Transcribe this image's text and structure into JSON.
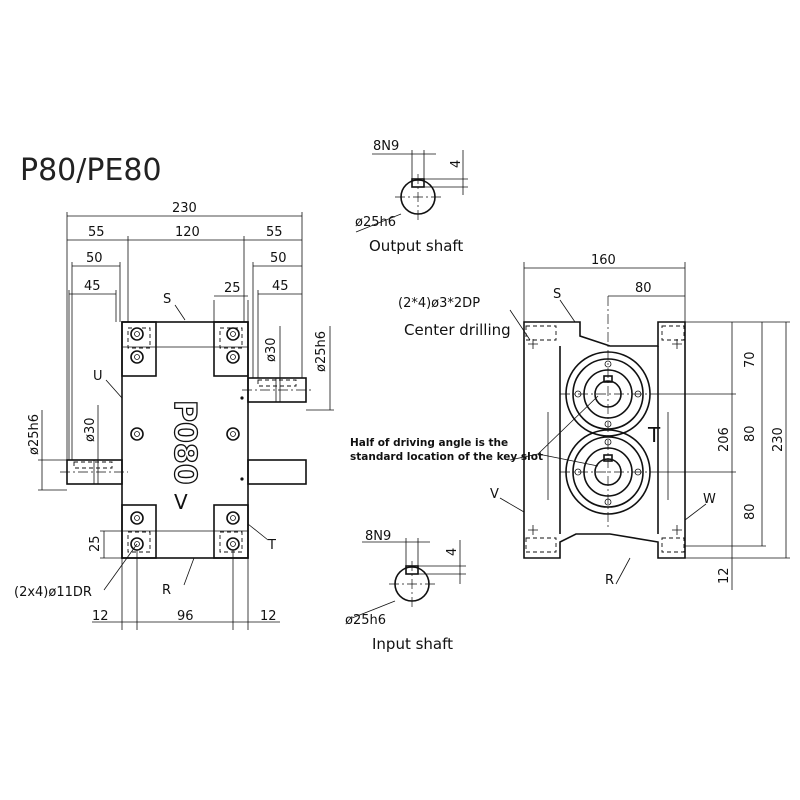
{
  "title": "P80/PE80",
  "body_label": "P080",
  "captions": {
    "output_shaft": "Output shaft",
    "input_shaft": "Input shaft",
    "center_drilling": "Center drilling",
    "key_slot_note_1": "Half of driving angle is the",
    "key_slot_note_2": "standard location of the key slot"
  },
  "callouts": {
    "drilling": "(2*4)ø3*2DP",
    "holes": "(2x4)ø11DR",
    "key_width_out": "8N9",
    "key_depth_out": "4",
    "shaft_dia_out": "ø25h6",
    "key_width_in": "8N9",
    "key_depth_in": "4",
    "shaft_dia_in": "ø25h6"
  },
  "letters": {
    "S_front": "S",
    "U_front": "U",
    "V_front": "V",
    "T_front": "T",
    "R_front": "R",
    "S_side": "S",
    "T_side": "T",
    "V_side": "V",
    "W_side": "W",
    "R_side": "R"
  },
  "front_view": {
    "overall_width": "230",
    "left_extension": "55",
    "body_width": "120",
    "right_extension": "55",
    "left_50": "50",
    "right_50": "50",
    "left_45": "45",
    "right_45": "45",
    "pad_25_top": "25",
    "pad_25_left": "25",
    "shaft_dia_top": "ø30",
    "shaft_dia_top_h6": "ø25h6",
    "shaft_dia_left": "ø30",
    "shaft_dia_left_h6": "ø25h6",
    "bottom_left_12": "12",
    "bottom_96": "96",
    "bottom_right_12": "12"
  },
  "side_view": {
    "width_160": "160",
    "width_80": "80",
    "height_70": "70",
    "height_80_upper": "80",
    "height_80_lower": "80",
    "height_206": "206",
    "height_230": "230",
    "base_12": "12"
  }
}
